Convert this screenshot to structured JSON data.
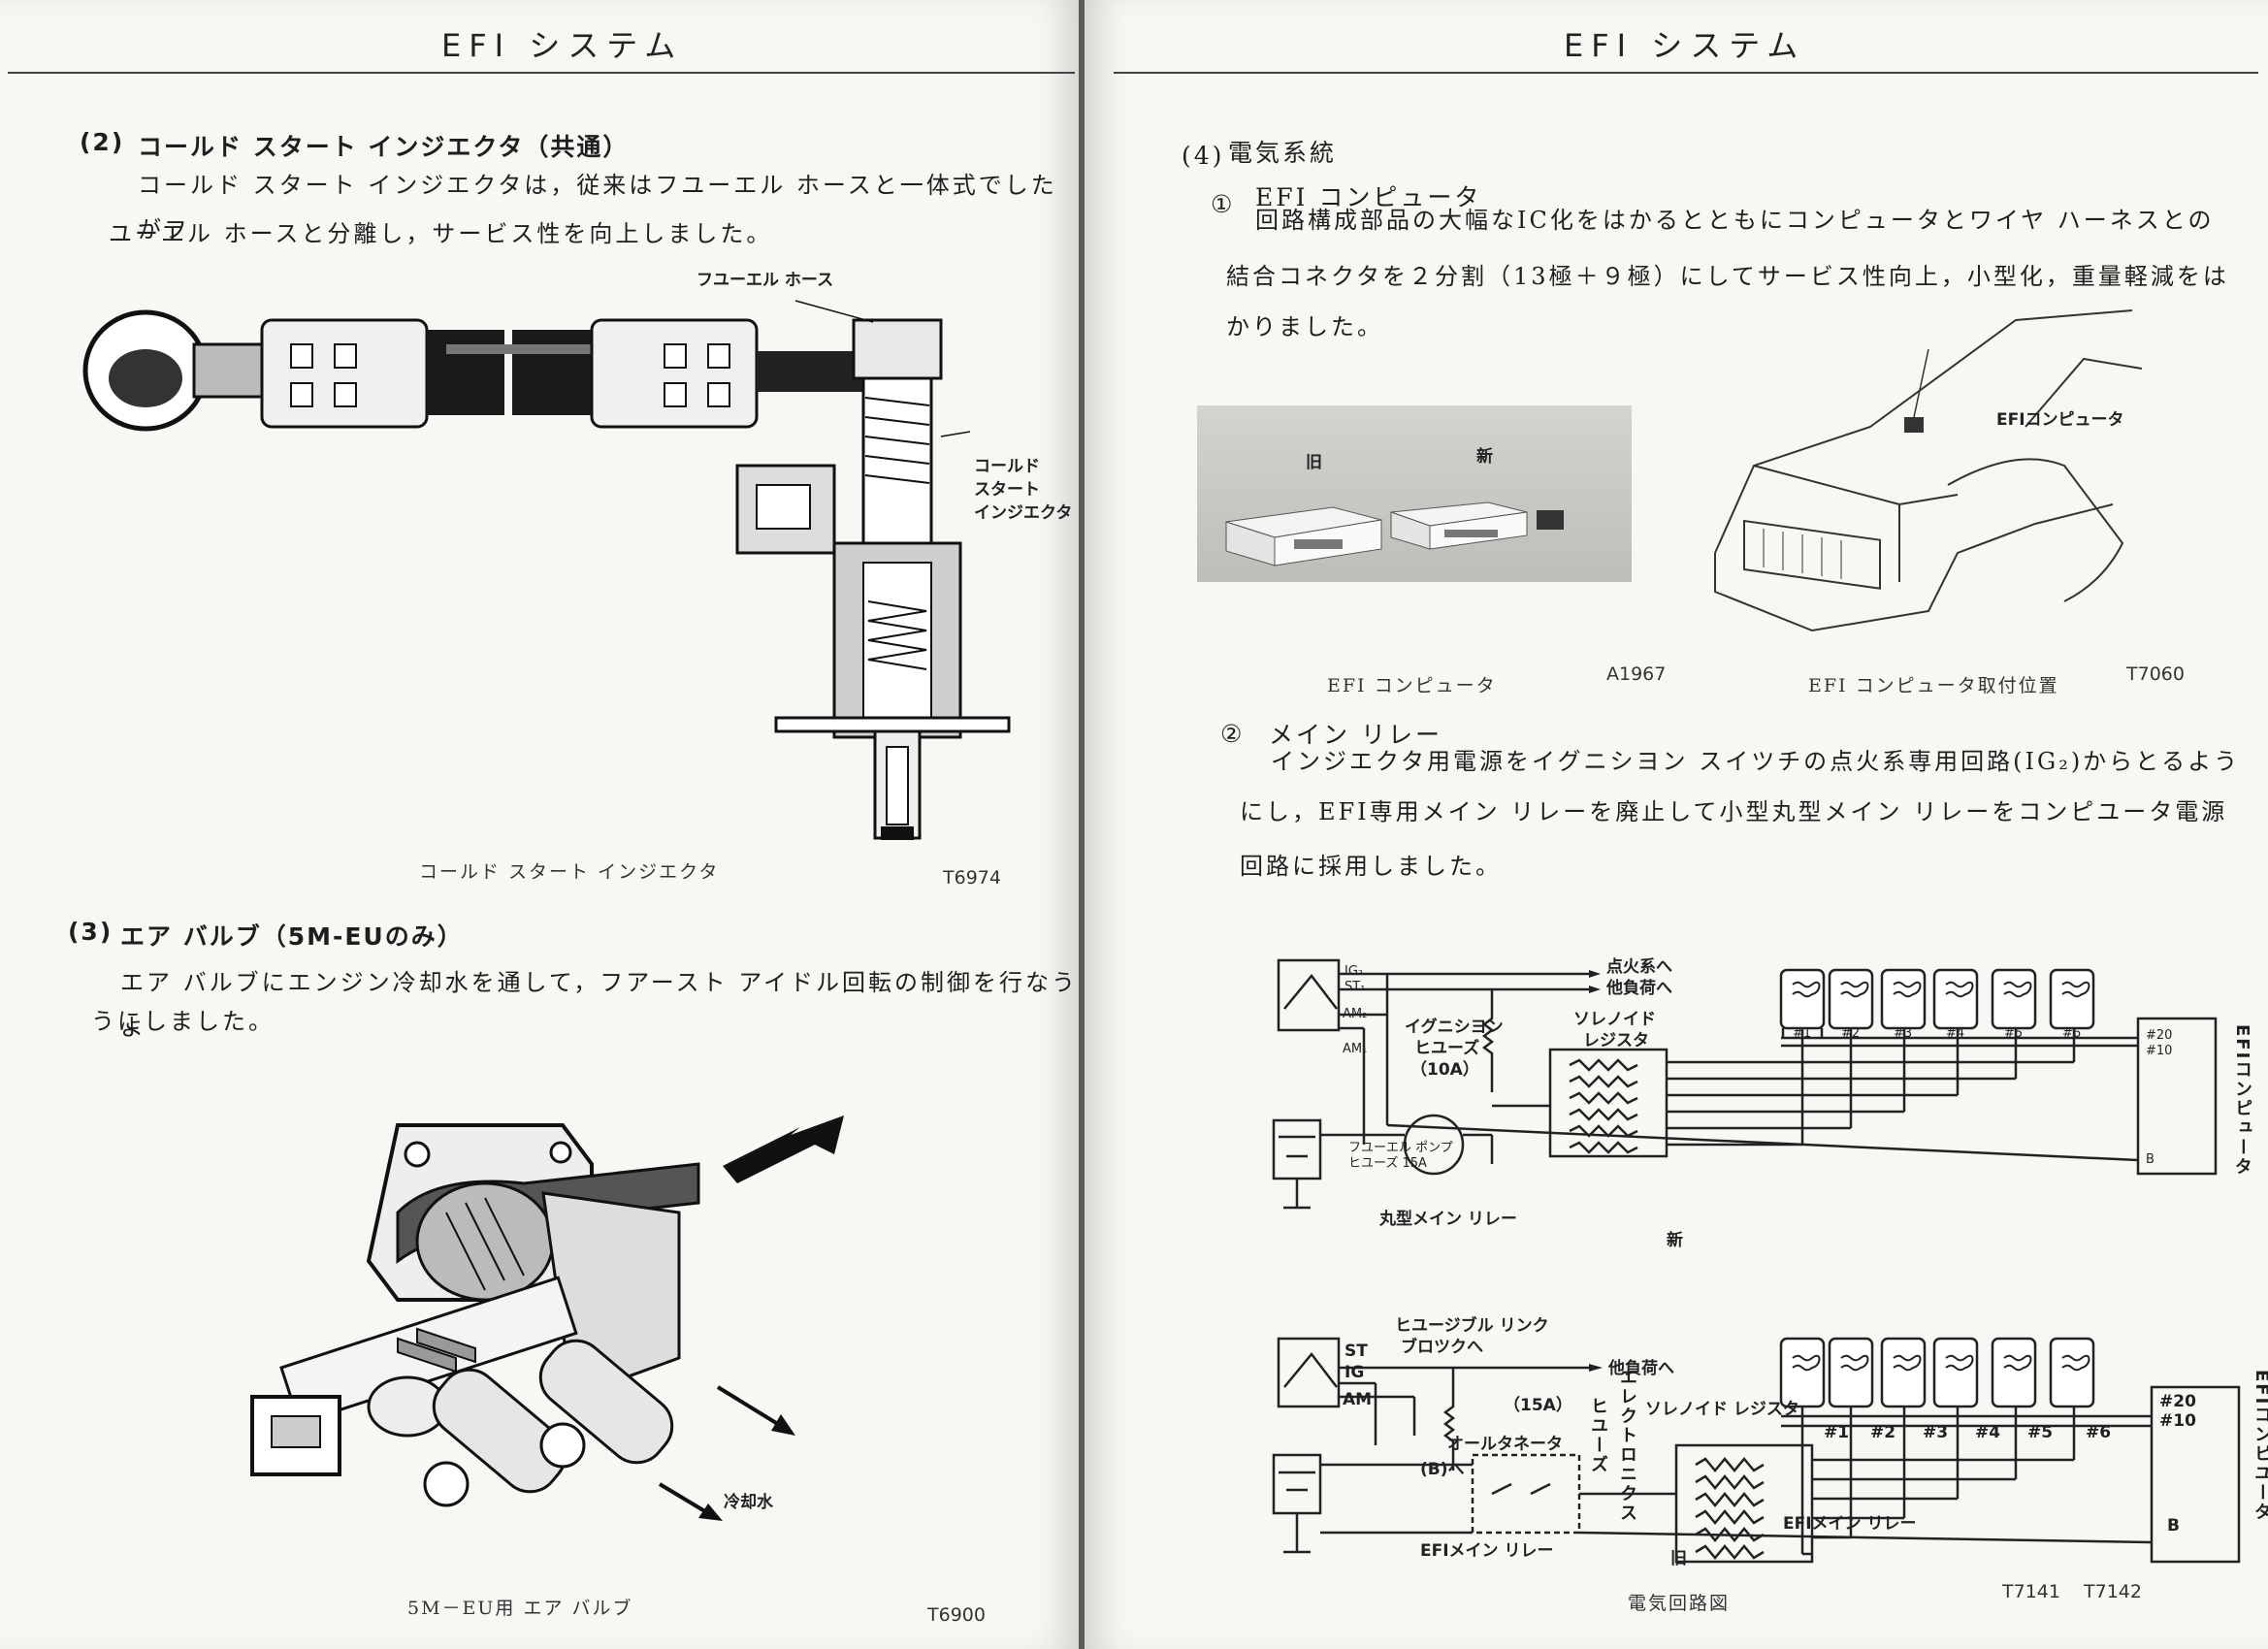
{
  "left_page": {
    "header": "EFI システム",
    "section2": {
      "num": "(2)",
      "title": "コールド スタート インジエクタ（共通）",
      "lines": [
        "コールド スタート インジエクタは，従来はフユーエル ホースと一体式でしたがフ",
        "ユーエル ホースと分離し，サービス性を向上しました。"
      ],
      "fig": {
        "label_hose": "フユーエル ホース",
        "label_injector": [
          "コールド",
          "スタート",
          "インジエクタ"
        ],
        "caption": "コールド スタート インジエクタ",
        "code": "T6974"
      }
    },
    "section3": {
      "num": "(3)",
      "title": "エア バルブ（5M-EUのみ）",
      "lines": [
        "エア バルブにエンジン冷却水を通して，フアースト アイドル回転の制御を行なうよ",
        "うにしました。"
      ],
      "fig": {
        "label_coolant": "冷却水",
        "caption": "5M－EU用 エア バルブ",
        "code": "T6900"
      }
    }
  },
  "right_page": {
    "header": "EFI システム",
    "section4": {
      "num": "(4)",
      "title": "電気系統",
      "item1": {
        "num": "①",
        "title": "EFI コンピュータ",
        "lines": [
          "回路構成部品の大幅なIC化をはかるとともにコンピュータとワイヤ ハーネスとの",
          "結合コネクタを２分割（13極＋９極）にしてサービス性向上，小型化，重量軽減をは",
          "かりました。"
        ],
        "photo_old": "旧",
        "photo_new": "新",
        "caption_computer": "EFI コンピュータ",
        "code_computer": "A1967",
        "car_label": "EFIコンピュータ",
        "caption_location": "EFI コンピュータ取付位置",
        "code_location": "T7060"
      },
      "item2": {
        "num": "②",
        "title": "メイン リレー",
        "lines": [
          "インジエクタ用電源をイグニシヨン スイツチの点火系専用回路(IG₂)からとるよう",
          "にし，EFI専用メイン リレーを廃止して小型丸型メイン リレーをコンピユータ電源",
          "回路に採用しました。"
        ]
      }
    },
    "diagram_new": {
      "ig2": "IG₂",
      "st": "ST₁",
      "am2": "AM₂",
      "am1": "AM₁",
      "to_ignition": "点火系へ",
      "to_other": "他負荷へ",
      "ign_fuse": [
        "イグニシヨン",
        "ヒユーズ",
        "（10A）"
      ],
      "solenoid": [
        "ソレノイド",
        "レジスタ"
      ],
      "pump_fuse": [
        "フユーエル ポンプ",
        "ヒユーズ 15A"
      ],
      "round_relay": "丸型メイン リレー",
      "port20": "#20",
      "port10": "#10",
      "portB": "B",
      "computer": "EFIコンピュータ",
      "inj": [
        "#1",
        "#2",
        "#3",
        "#4",
        "#5",
        "#6"
      ],
      "caption": "新"
    },
    "diagram_old": {
      "fusible": [
        "ヒユージブル リンク",
        "ブロツクへ"
      ],
      "st": "ST",
      "ig": "IG",
      "am": "AM",
      "to_other": "他負荷へ",
      "fuse15": "（15A）",
      "fuse_v": "ヒユーズ",
      "electronics_v": "エレクトロニクス",
      "solenoid": "ソレノイド レジスタ",
      "alternator": "オールタネータ",
      "b_to": "(B)へ",
      "efi_relay1": "EFIメイン リレー",
      "efi_relay2": "EFIメイン リレー",
      "inj": [
        "#1",
        "#2",
        "#3",
        "#4",
        "#5",
        "#6"
      ],
      "port20": "#20",
      "port10": "#10",
      "portB": "B",
      "computer": "EFIコンピユータ",
      "caption": "旧"
    },
    "bottom_caption": "電気回路図",
    "code1": "T7141",
    "code2": "T7142"
  }
}
